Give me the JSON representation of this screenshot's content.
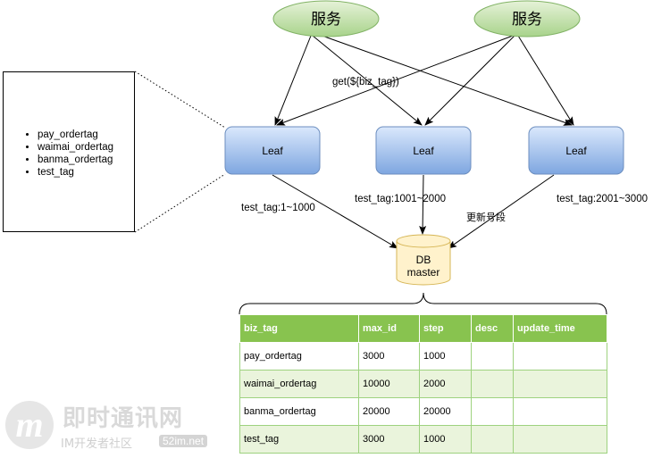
{
  "services": [
    {
      "label": "服务"
    },
    {
      "label": "服务"
    }
  ],
  "request_label": "get(${biz_tag})",
  "leaves": [
    {
      "label": "Leaf",
      "range": "test_tag:1~1000"
    },
    {
      "label": "Leaf",
      "range": "test_tag:1001~2000"
    },
    {
      "label": "Leaf",
      "range": "test_tag:2001~3000"
    }
  ],
  "update_label": "更新号段",
  "db": {
    "line1": "DB",
    "line2": "master"
  },
  "tags": [
    "pay_ordertag",
    "waimai_ordertag",
    "banma_ordertag",
    "test_tag"
  ],
  "table": {
    "columns": [
      "biz_tag",
      "max_id",
      "step",
      "desc",
      "update_time"
    ],
    "rows": [
      [
        "pay_ordertag",
        "3000",
        "1000",
        "",
        ""
      ],
      [
        "waimai_ordertag",
        "10000",
        "2000",
        "",
        ""
      ],
      [
        "banma_ordertag",
        "20000",
        "20000",
        "",
        ""
      ],
      [
        "test_tag",
        "3000",
        "1000",
        "",
        ""
      ]
    ]
  },
  "watermark": {
    "logo_letter": "m",
    "title": "即时通讯网",
    "subtitle": "IM开发者社区",
    "site": "52im.net"
  },
  "colors": {
    "service_fill": "#c5e3a8",
    "service_stroke": "#82b366",
    "leaf_fill_top": "#dae8fc",
    "leaf_fill_bottom": "#7ea6e0",
    "leaf_stroke": "#6c8ebf",
    "db_fill": "#fff2cc",
    "db_stroke": "#d6b656",
    "table_header": "#88c34f",
    "table_even": "#eaf4dc"
  }
}
